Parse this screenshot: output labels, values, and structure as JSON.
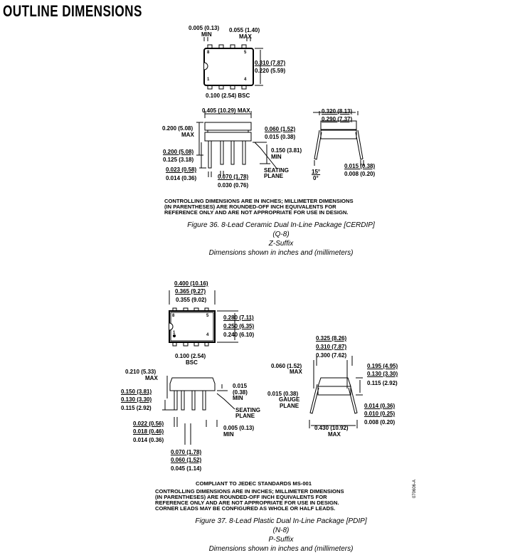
{
  "page_title": "OUTLINE DIMENSIONS",
  "figure36": {
    "top_view": {
      "lead_gap_min": "0.005 (0.13)",
      "lead_gap_min_label": "MIN",
      "lead_width_max": "0.055 (1.40)",
      "lead_width_max_label": "MAX",
      "width_max": "0.310 (7.87)",
      "width_min": "0.220 (5.59)",
      "pitch": "0.100 (2.54) BSC",
      "pins": [
        "8",
        "5",
        "1",
        "4"
      ]
    },
    "side_view": {
      "length_max": "0.405 (10.29) MAX",
      "height_max": "0.200 (5.08)",
      "height_max_label": "MAX",
      "lead_len_max": "0.200 (5.08)",
      "lead_len_min": "0.125 (3.18)",
      "lead_w_max": "0.023 (0.58)",
      "lead_w_min": "0.014 (0.36)",
      "shoulder_max": "0.070 (1.78)",
      "shoulder_min": "0.030 (0.76)",
      "standoff_max": "0.060 (1.52)",
      "standoff_min": "0.015 (0.38)",
      "seat_min": "0.150 (3.81)",
      "seat_min_label": "MIN",
      "seating_plane": [
        "SEATING",
        "PLANE"
      ]
    },
    "end_view": {
      "row_max": "0.320 (8.13)",
      "row_min": "0.290 (7.37)",
      "angle_max": "15°",
      "angle_min": "0°",
      "thick_max": "0.015 (0.38)",
      "thick_min": "0.008 (0.20)"
    },
    "notes": [
      "CONTROLLING DIMENSIONS ARE IN INCHES; MILLIMETER DIMENSIONS",
      "(IN PARENTHESES) ARE ROUNDED-OFF INCH EQUIVALENTS FOR",
      "REFERENCE ONLY AND ARE NOT APPROPRIATE FOR USE IN DESIGN."
    ],
    "caption": [
      "Figure 36. 8-Lead Ceramic Dual In-Line Package [CERDIP]",
      "(Q-8)",
      "Z-Suffix",
      "Dimensions shown in inches and (millimeters)"
    ]
  },
  "figure37": {
    "top_view": {
      "len": [
        "0.400 (10.16)",
        "0.365 (9.27)",
        "0.355 (9.02)"
      ],
      "width": [
        "0.280 (7.11)",
        "0.250 (6.35)",
        "0.240 (6.10)"
      ],
      "pitch": "0.100 (2.54)",
      "pitch_label": "BSC",
      "pins": [
        "8",
        "5",
        "1",
        "4"
      ]
    },
    "side_view": {
      "height_max": "0.210 (5.33)",
      "height_max_label": "MAX",
      "lead_len": [
        "0.150 (3.81)",
        "0.130 (3.30)",
        "0.115 (2.92)"
      ],
      "standoff": [
        "0.015",
        "(0.38)",
        "MIN"
      ],
      "seating_plane": [
        "SEATING",
        "PLANE"
      ],
      "lead_w": [
        "0.022 (0.56)",
        "0.018 (0.46)",
        "0.014 (0.36)"
      ],
      "end_gap": "0.005 (0.13)",
      "end_gap_label": "MIN",
      "shoulder": [
        "0.070 (1.78)",
        "0.060 (1.52)",
        "0.045 (1.14)"
      ]
    },
    "end_view": {
      "row": [
        "0.325 (8.26)",
        "0.310 (7.87)",
        "0.300 (7.62)"
      ],
      "offset_max": "0.060 (1.52)",
      "offset_max_label": "MAX",
      "gauge": "0.015 (0.38)",
      "gauge_label": [
        "GAUGE",
        "PLANE"
      ],
      "body_h": [
        "0.195 (4.95)",
        "0.130 (3.30)",
        "0.115 (2.92)"
      ],
      "thick": [
        "0.014 (0.36)",
        "0.010 (0.25)",
        "0.008 (0.20)"
      ],
      "spread_max": "0.430 (10.92)",
      "spread_max_label": "MAX"
    },
    "notes": [
      "COMPLIANT TO JEDEC STANDARDS MS-001",
      "CONTROLLING DIMENSIONS ARE IN INCHES; MILLIMETER DIMENSIONS",
      "(IN PARENTHESES) ARE ROUNDED-OFF INCH EQUIVALENTS FOR",
      "REFERENCE ONLY AND ARE NOT APPROPRIATE FOR USE IN DESIGN.",
      "CORNER LEADS MAY BE CONFIGURED AS WHOLE OR HALF LEADS."
    ],
    "drawing_code": "070606-A",
    "caption": [
      "Figure 37. 8-Lead Plastic Dual In-Line Package [PDIP]",
      "(N-8)",
      "P-Suffix",
      "Dimensions shown in inches and (millimeters)"
    ]
  }
}
